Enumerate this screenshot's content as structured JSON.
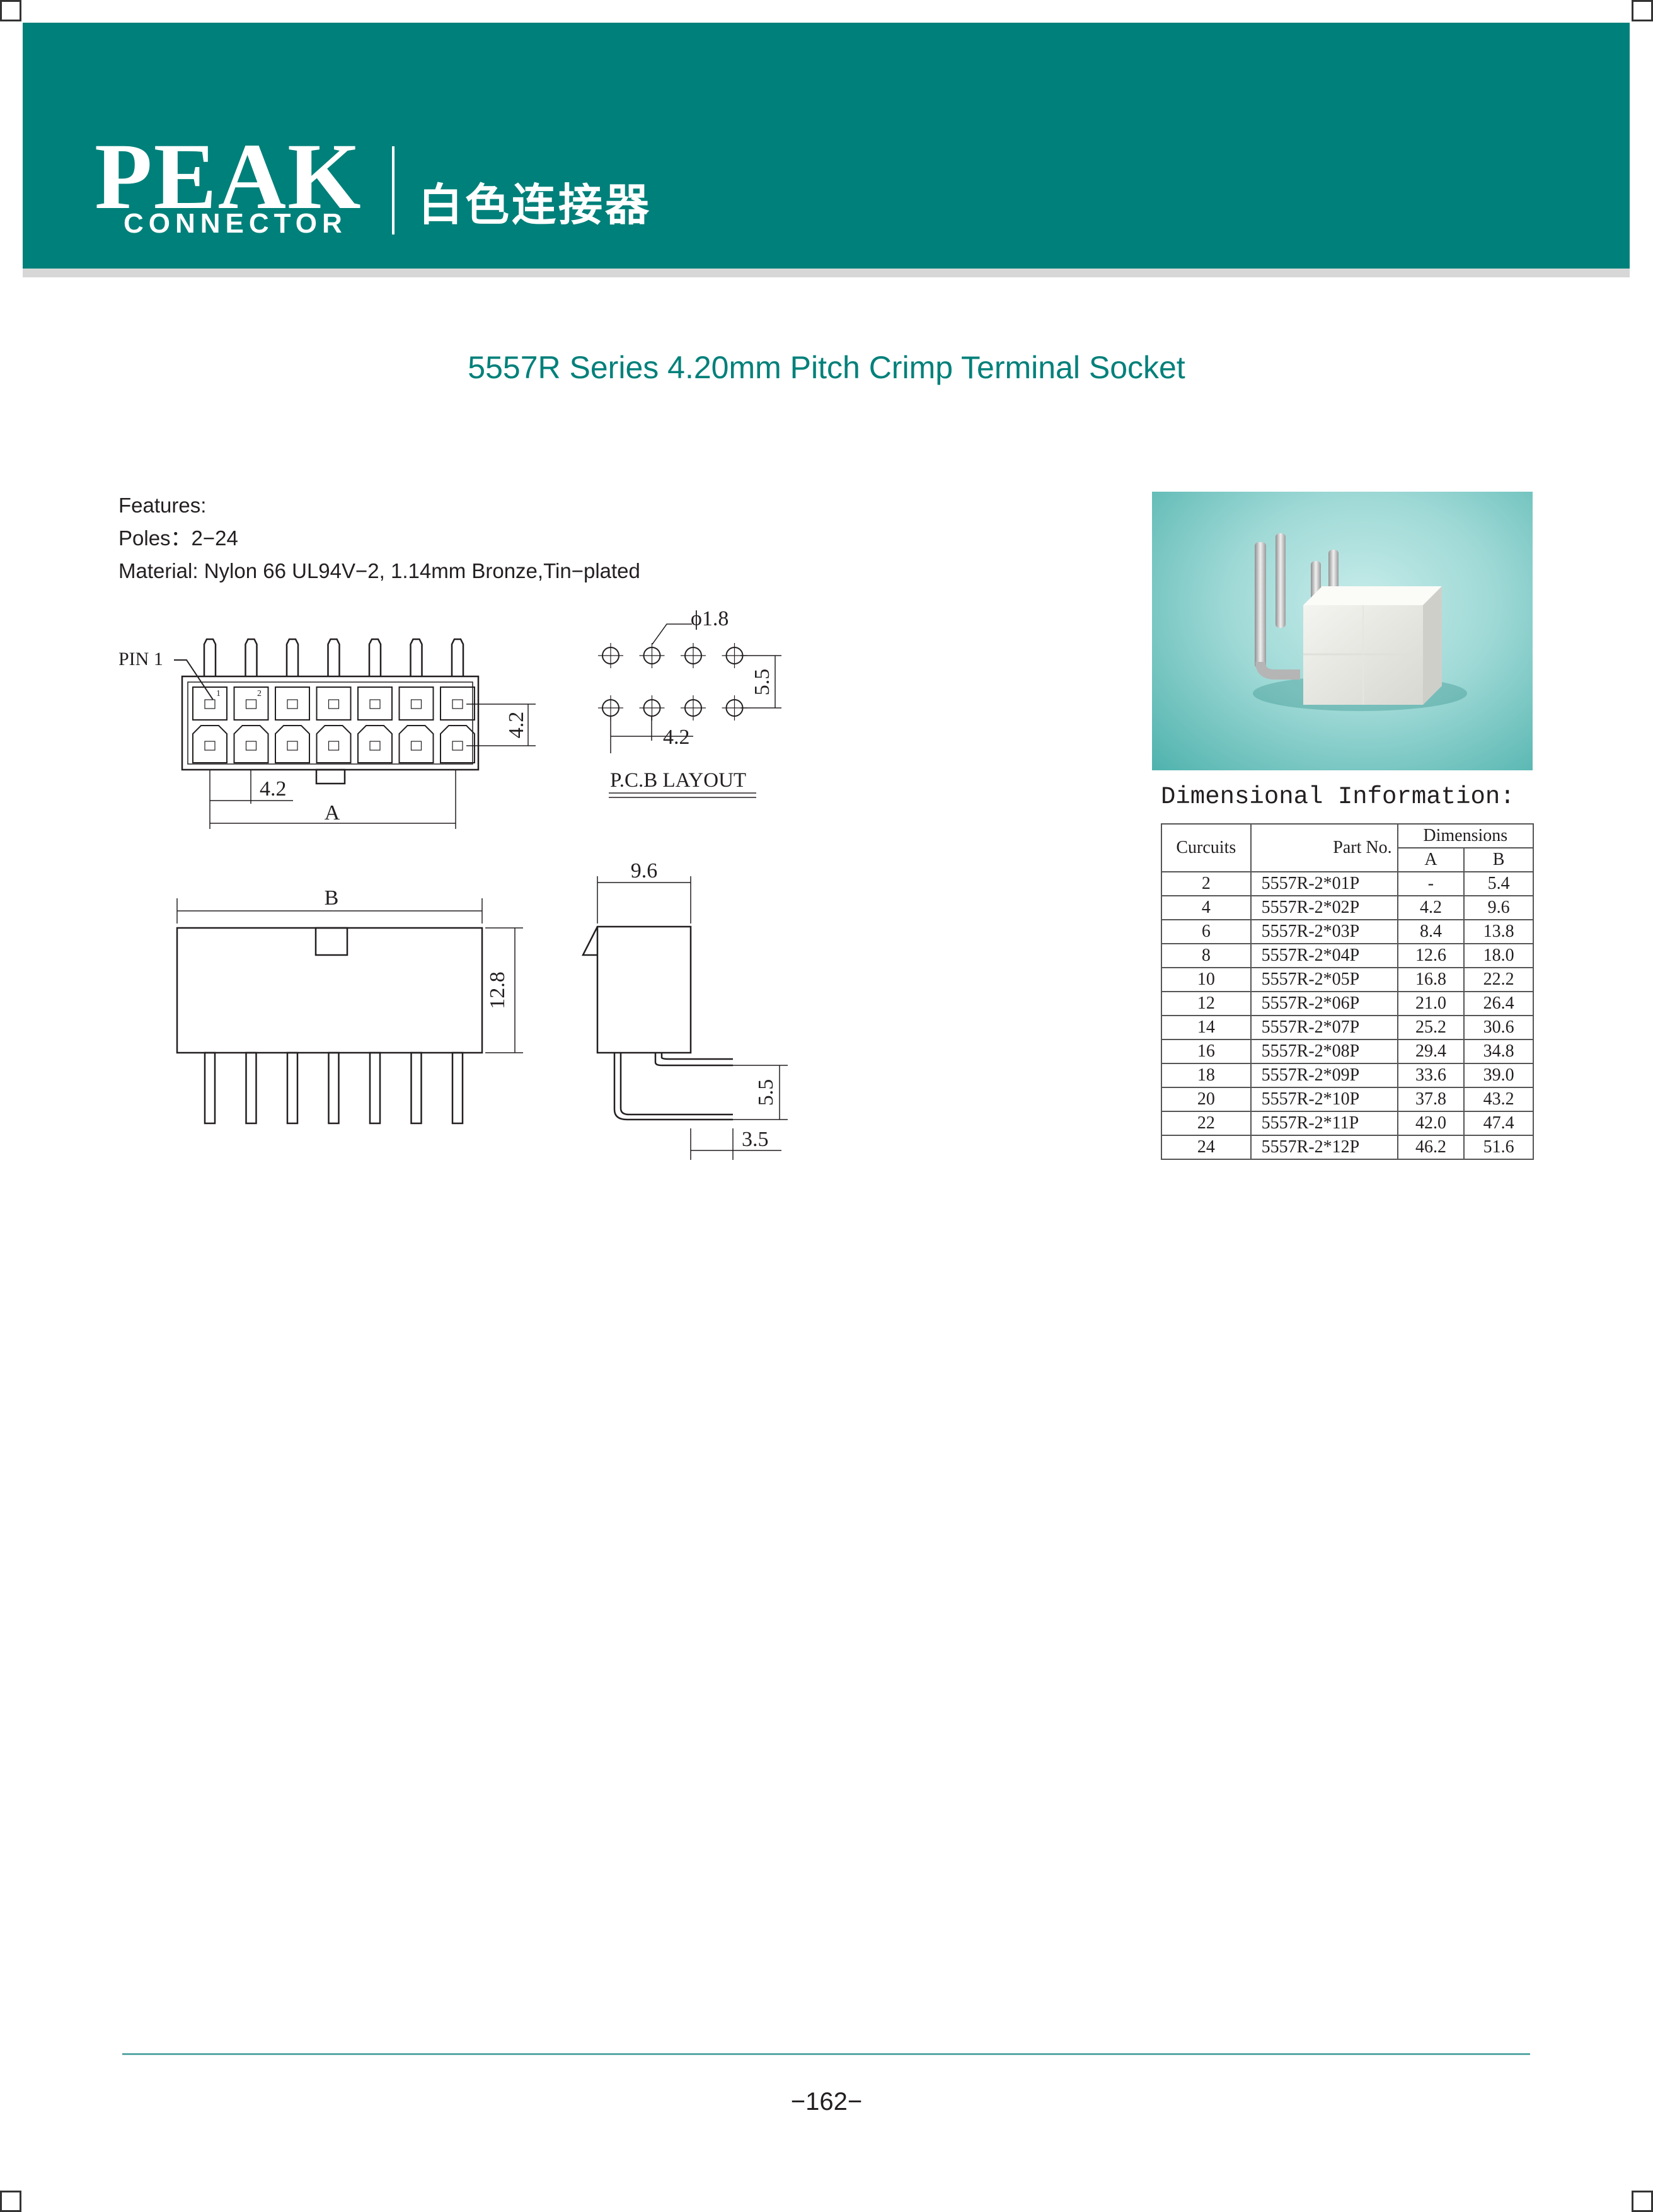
{
  "header": {
    "logo_word": "PEAK",
    "logo_sub": "CONNECTOR",
    "logo_cn": "白色连接器",
    "brand_color": "#00807a"
  },
  "title": "5557R Series 4.20mm Pitch Crimp Terminal Socket",
  "features": {
    "heading": "Features:",
    "poles": "Poles：2−24",
    "material": "Material: Nylon 66 UL94V−2, 1.14mm Bronze,Tin−plated"
  },
  "drawings": {
    "pin1_label": "PIN 1",
    "pin1_num": "1",
    "pin2_num": "2",
    "pitch_dim": "4.2",
    "row_dim": "4.2",
    "dim_a": "A",
    "hole_dia": "ϕ1.8",
    "pcb_row_dim": "5.5",
    "pcb_pitch_dim": "4.2",
    "pcb_layout": "P.C.B LAYOUT",
    "dim_b": "B",
    "height_dim": "12.8",
    "side_width_dim": "9.6",
    "leg_dim": "5.5",
    "offset_dim": "3.5"
  },
  "dimensional": {
    "title": "Dimensional Information:",
    "headers": {
      "circuits": "Curcuits",
      "part_no": "Part No.",
      "dimensions": "Dimensions",
      "a": "A",
      "b": "B"
    },
    "rows": [
      {
        "circuits": "2",
        "part": "5557R-2*01P",
        "a": "-",
        "b": "5.4"
      },
      {
        "circuits": "4",
        "part": "5557R-2*02P",
        "a": "4.2",
        "b": "9.6"
      },
      {
        "circuits": "6",
        "part": "5557R-2*03P",
        "a": "8.4",
        "b": "13.8"
      },
      {
        "circuits": "8",
        "part": "5557R-2*04P",
        "a": "12.6",
        "b": "18.0"
      },
      {
        "circuits": "10",
        "part": "5557R-2*05P",
        "a": "16.8",
        "b": "22.2"
      },
      {
        "circuits": "12",
        "part": "5557R-2*06P",
        "a": "21.0",
        "b": "26.4"
      },
      {
        "circuits": "14",
        "part": "5557R-2*07P",
        "a": "25.2",
        "b": "30.6"
      },
      {
        "circuits": "16",
        "part": "5557R-2*08P",
        "a": "29.4",
        "b": "34.8"
      },
      {
        "circuits": "18",
        "part": "5557R-2*09P",
        "a": "33.6",
        "b": "39.0"
      },
      {
        "circuits": "20",
        "part": "5557R-2*10P",
        "a": "37.8",
        "b": "43.2"
      },
      {
        "circuits": "22",
        "part": "5557R-2*11P",
        "a": "42.0",
        "b": "47.4"
      },
      {
        "circuits": "24",
        "part": "5557R-2*12P",
        "a": "46.2",
        "b": "51.6"
      }
    ]
  },
  "footer": {
    "page_number": "−162−"
  }
}
